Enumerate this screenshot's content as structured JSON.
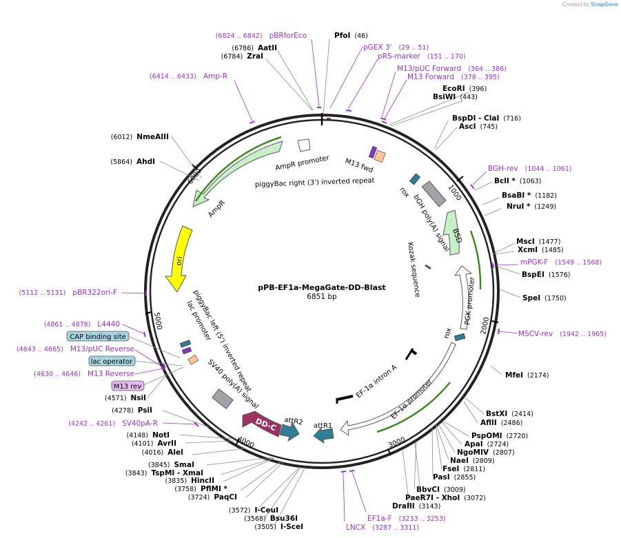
{
  "credit": {
    "prefix": "Created by",
    "brand": "SnapGene"
  },
  "plasmid": {
    "name": "pPB-EF1a-MegaGate-DD-Blast",
    "length": "6851 bp"
  },
  "tick_labels": [
    "1000",
    "2000",
    "3000",
    "4000",
    "5000",
    "6000"
  ],
  "sites": [
    {
      "name": "PfoI",
      "pos": "(46)"
    },
    {
      "name": "EcoRI",
      "pos": "(396)"
    },
    {
      "name": "BsiWI",
      "pos": "(443)"
    },
    {
      "name": "BspDI - ClaI",
      "pos": "(716)"
    },
    {
      "name": "AscI",
      "pos": "(745)"
    },
    {
      "name": "BclI *",
      "pos": "(1063)"
    },
    {
      "name": "BsaBI *",
      "pos": "(1182)"
    },
    {
      "name": "NruI *",
      "pos": "(1249)"
    },
    {
      "name": "MscI",
      "pos": "(1477)"
    },
    {
      "name": "XcmI",
      "pos": "(1485)"
    },
    {
      "name": "BspEI",
      "pos": "(1576)"
    },
    {
      "name": "SpeI",
      "pos": "(1750)"
    },
    {
      "name": "MfeI",
      "pos": "(2174)"
    },
    {
      "name": "BstXI",
      "pos": "(2414)"
    },
    {
      "name": "AflII",
      "pos": "(2486)"
    },
    {
      "name": "PspOMI",
      "pos": "(2720)"
    },
    {
      "name": "ApaI",
      "pos": "(2724)"
    },
    {
      "name": "NgoMIV",
      "pos": "(2807)"
    },
    {
      "name": "NaeI",
      "pos": "(2809)"
    },
    {
      "name": "FseI",
      "pos": "(2811)"
    },
    {
      "name": "PasI",
      "pos": "(2855)"
    },
    {
      "name": "BbvCI",
      "pos": "(3009)"
    },
    {
      "name": "PaeR7I - XhoI",
      "pos": "(3072)"
    },
    {
      "name": "DraIII",
      "pos": "(3143)"
    },
    {
      "name": "I-SceI",
      "pos": "(3505)"
    },
    {
      "name": "Bsu36I",
      "pos": "(3568)"
    },
    {
      "name": "I-CeuI",
      "pos": "(3572)"
    },
    {
      "name": "PaqCI",
      "pos": "(3724)"
    },
    {
      "name": "PflMI *",
      "pos": "(3758)"
    },
    {
      "name": "HincII",
      "pos": "(3835)"
    },
    {
      "name": "TspMI - XmaI",
      "pos": "(3843)"
    },
    {
      "name": "SmaI",
      "pos": "(3845)"
    },
    {
      "name": "AleI",
      "pos": "(4016)"
    },
    {
      "name": "AvrII",
      "pos": "(4101)"
    },
    {
      "name": "NotI",
      "pos": "(4148)"
    },
    {
      "name": "PsiI",
      "pos": "(4278)"
    },
    {
      "name": "NsiI",
      "pos": "(4571)"
    },
    {
      "name": "AhdI",
      "pos": "(5864)"
    },
    {
      "name": "NmeAIII",
      "pos": "(6012)"
    },
    {
      "name": "ZraI",
      "pos": "(6784)"
    },
    {
      "name": "AatII",
      "pos": "(6786)"
    }
  ],
  "primers": [
    {
      "name": "pBRforEco",
      "pos": "(6824 .. 6842)"
    },
    {
      "name": "pGEX 3'",
      "pos": "(29 .. 51)"
    },
    {
      "name": "pRS-marker",
      "pos": "(151 .. 170)"
    },
    {
      "name": "M13/pUC Forward",
      "pos": "(364 .. 386)"
    },
    {
      "name": "M13 Forward",
      "pos": "(378 .. 395)"
    },
    {
      "name": "Amp-R",
      "pos": "(6414 .. 6433)"
    },
    {
      "name": "BGH-rev",
      "pos": "(1044 .. 1061)"
    },
    {
      "name": "mPGK-F",
      "pos": "(1549 .. 1568)"
    },
    {
      "name": "MSCV-rev",
      "pos": "(1942 .. 1965)"
    },
    {
      "name": "pBR322ori-F",
      "pos": "(5112 .. 5131)"
    },
    {
      "name": "L4440",
      "pos": "(4861 .. 4878)"
    },
    {
      "name": "M13/pUC Reverse",
      "pos": "(4643 .. 4665)"
    },
    {
      "name": "M13 Reverse",
      "pos": "(4630 .. 4646)"
    },
    {
      "name": "SV40pA-R",
      "pos": "(4242 .. 4261)"
    },
    {
      "name": "EF1a-F",
      "pos": "(3233 .. 3253)"
    },
    {
      "name": "LNCX",
      "pos": "(3287 .. 3311)"
    }
  ],
  "boxed_features": [
    {
      "name": "CAP binding site"
    },
    {
      "name": "lac operator"
    },
    {
      "name": "M13 rev"
    }
  ],
  "features": {
    "m13_fwd": "M13 fwd",
    "ampr_promoter": "AmpR promoter",
    "pb_right": "piggyBac right (3') inverted repeat",
    "ampr": "AmpR",
    "ori": "ori",
    "pb_left": "piggyBac left (5') inverted repeat",
    "lac_promoter": "lac promoter",
    "sv40": "SV40 poly(A) signal",
    "dd_c": "DD-C",
    "attr2": "attR2",
    "attr1": "attR1",
    "ef1a_promoter": "EF-1α promoter",
    "ef1a_intron": "EF-1α intron A",
    "rox1": "rox",
    "rox2": "rox",
    "pgk_promoter": "PGK promoter",
    "kozak": "Kozak sequence",
    "bsd": "BSD",
    "bgh": "bGH poly(A) signal"
  },
  "colors": {
    "backbone": "#222222",
    "primer": "#9b2fc9",
    "feature_green": "#c8f0c8",
    "ori_yellow": "#ffff00",
    "teal": "#2e7e96",
    "dd_c": "#9b3262",
    "box_blue": "#a8d4e0",
    "box_purple": "#e6b8f0",
    "grey_feature": "#a0a4a8",
    "peach": "#ffc896"
  }
}
